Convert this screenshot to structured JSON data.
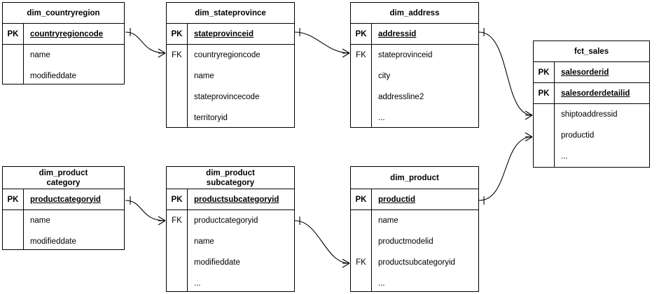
{
  "diagram": {
    "title": "Star schema ER diagram",
    "notation": "crow's foot",
    "background_color": "#ffffff",
    "line_color": "#000000",
    "text_color": "#000000"
  },
  "entities": [
    {
      "id": "dim_countryregion",
      "name": "dim_countryregion",
      "keys": [
        {
          "tag": "PK",
          "name": "countryregioncode"
        }
      ],
      "attributes": [
        {
          "tag": "",
          "name": "name"
        },
        {
          "tag": "",
          "name": "modifieddate"
        }
      ]
    },
    {
      "id": "dim_stateprovince",
      "name": "dim_stateprovince",
      "keys": [
        {
          "tag": "PK",
          "name": "stateprovinceid"
        }
      ],
      "attributes": [
        {
          "tag": "FK",
          "name": "countryregioncode"
        },
        {
          "tag": "",
          "name": "name"
        },
        {
          "tag": "",
          "name": "stateprovincecode"
        },
        {
          "tag": "",
          "name": "territoryid"
        }
      ]
    },
    {
      "id": "dim_address",
      "name": "dim_address",
      "keys": [
        {
          "tag": "PK",
          "name": "addressid"
        }
      ],
      "attributes": [
        {
          "tag": "FK",
          "name": "stateprovinceid"
        },
        {
          "tag": "",
          "name": "city"
        },
        {
          "tag": "",
          "name": "addressline2"
        },
        {
          "tag": "",
          "name": "..."
        }
      ]
    },
    {
      "id": "fct_sales",
      "name": "fct_sales",
      "keys": [
        {
          "tag": "PK",
          "name": "salesorderid"
        },
        {
          "tag": "PK",
          "name": "salesorderdetailid"
        }
      ],
      "attributes": [
        {
          "tag": "",
          "name": "shiptoaddressid"
        },
        {
          "tag": "",
          "name": "productid"
        },
        {
          "tag": "",
          "name": "..."
        }
      ]
    },
    {
      "id": "dim_productcategory",
      "name": "dim_product\ncategory",
      "keys": [
        {
          "tag": "PK",
          "name": "productcategoryid"
        }
      ],
      "attributes": [
        {
          "tag": "",
          "name": "name"
        },
        {
          "tag": "",
          "name": "modifieddate"
        }
      ]
    },
    {
      "id": "dim_productsubcategory",
      "name": "dim_product\nsubcategory",
      "keys": [
        {
          "tag": "PK",
          "name": "productsubcategoryid"
        }
      ],
      "attributes": [
        {
          "tag": "FK",
          "name": "productcategoryid"
        },
        {
          "tag": "",
          "name": "name"
        },
        {
          "tag": "",
          "name": "modifieddate"
        },
        {
          "tag": "",
          "name": "..."
        }
      ]
    },
    {
      "id": "dim_product",
      "name": "dim_product",
      "keys": [
        {
          "tag": "PK",
          "name": "productid"
        }
      ],
      "attributes": [
        {
          "tag": "",
          "name": "name"
        },
        {
          "tag": "",
          "name": "productmodelid"
        },
        {
          "tag": "FK",
          "name": "productsubcategoryid"
        },
        {
          "tag": "",
          "name": "..."
        }
      ]
    }
  ],
  "relationships": [
    {
      "id": "rel-countryregion-stateprovince",
      "from_entity": "dim_countryregion",
      "from_field": "countryregioncode",
      "from_cardinality": "one",
      "to_entity": "dim_stateprovince",
      "to_field": "countryregioncode",
      "to_cardinality": "many"
    },
    {
      "id": "rel-stateprovince-address",
      "from_entity": "dim_stateprovince",
      "from_field": "stateprovinceid",
      "from_cardinality": "one",
      "to_entity": "dim_address",
      "to_field": "stateprovinceid",
      "to_cardinality": "many"
    },
    {
      "id": "rel-address-sales",
      "from_entity": "dim_address",
      "from_field": "addressid",
      "from_cardinality": "one",
      "to_entity": "fct_sales",
      "to_field": "shiptoaddressid",
      "to_cardinality": "many"
    },
    {
      "id": "rel-productcategory-subcategory",
      "from_entity": "dim_productcategory",
      "from_field": "productcategoryid",
      "from_cardinality": "one",
      "to_entity": "dim_productsubcategory",
      "to_field": "productcategoryid",
      "to_cardinality": "many"
    },
    {
      "id": "rel-subcategory-product",
      "from_entity": "dim_productsubcategory",
      "from_field": "productsubcategoryid",
      "from_cardinality": "one",
      "to_entity": "dim_product",
      "to_field": "productsubcategoryid",
      "to_cardinality": "many"
    },
    {
      "id": "rel-product-sales",
      "from_entity": "dim_product",
      "from_field": "productid",
      "from_cardinality": "one",
      "to_entity": "fct_sales",
      "to_field": "productid",
      "to_cardinality": "many"
    }
  ]
}
